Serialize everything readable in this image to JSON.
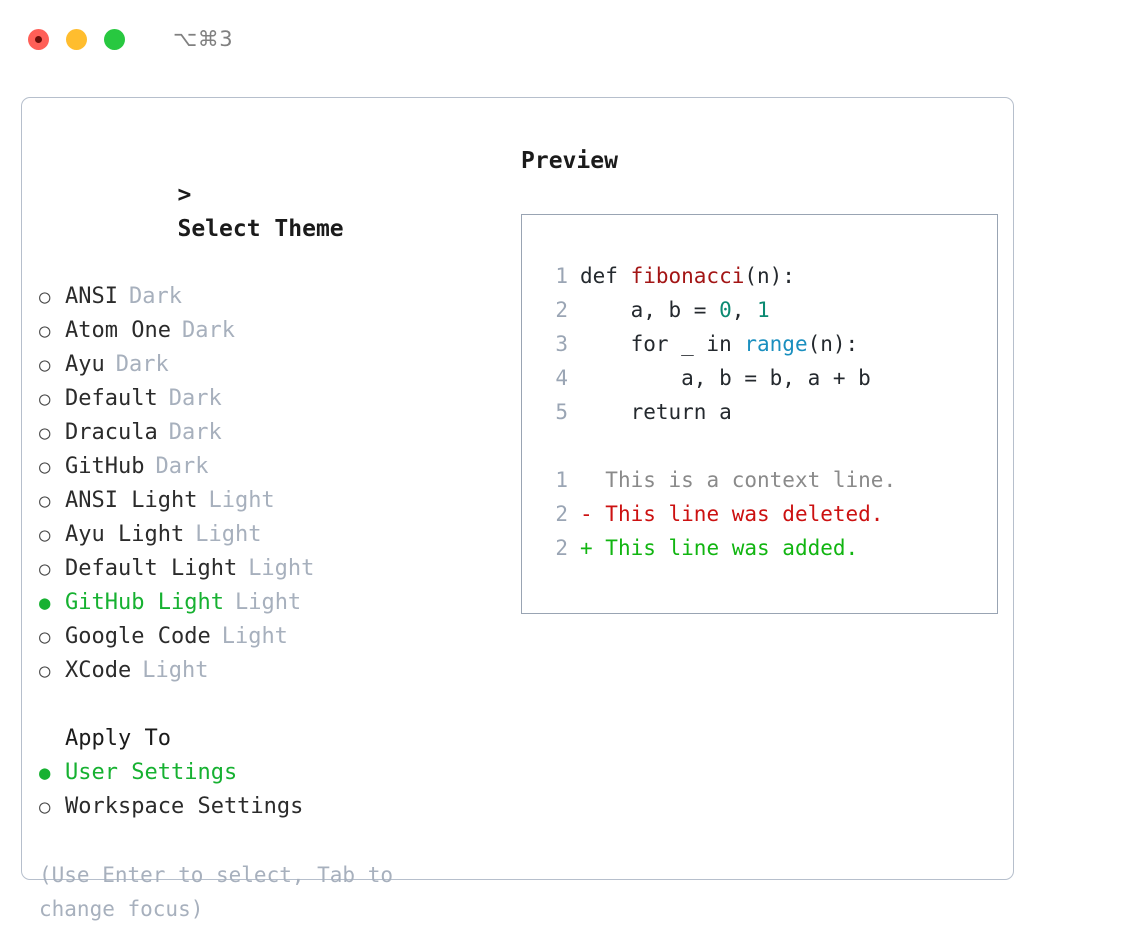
{
  "titlebar": {
    "shortcut": "⌥⌘3",
    "buttons": {
      "close": "close",
      "minimize": "minimize",
      "maximize": "maximize"
    }
  },
  "theme_picker": {
    "caret": ">",
    "heading": "Select Theme",
    "bullet_unselected": "○",
    "bullet_selected": "●",
    "items": [
      {
        "name": "ANSI",
        "variant": "Dark",
        "selected": false
      },
      {
        "name": "Atom One",
        "variant": "Dark",
        "selected": false
      },
      {
        "name": "Ayu",
        "variant": "Dark",
        "selected": false
      },
      {
        "name": "Default",
        "variant": "Dark",
        "selected": false
      },
      {
        "name": "Dracula",
        "variant": "Dark",
        "selected": false
      },
      {
        "name": "GitHub",
        "variant": "Dark",
        "selected": false
      },
      {
        "name": "ANSI Light",
        "variant": "Light",
        "selected": false
      },
      {
        "name": "Ayu Light",
        "variant": "Light",
        "selected": false
      },
      {
        "name": "Default Light",
        "variant": "Light",
        "selected": false
      },
      {
        "name": "GitHub Light",
        "variant": "Light",
        "selected": true
      },
      {
        "name": "Google Code",
        "variant": "Light",
        "selected": false
      },
      {
        "name": "XCode",
        "variant": "Light",
        "selected": false
      }
    ]
  },
  "apply_to": {
    "heading": "Apply To",
    "options": [
      {
        "label": "User Settings",
        "selected": true
      },
      {
        "label": "Workspace Settings",
        "selected": false
      }
    ]
  },
  "hint": "(Use Enter to select, Tab to change focus)",
  "preview": {
    "heading": "Preview",
    "code_lines": [
      {
        "num": "1",
        "tokens": [
          {
            "text": "def ",
            "kind": "plain"
          },
          {
            "text": "fibonacci",
            "kind": "func"
          },
          {
            "text": "(n):",
            "kind": "plain"
          }
        ]
      },
      {
        "num": "2",
        "tokens": [
          {
            "text": "    a, b = ",
            "kind": "plain"
          },
          {
            "text": "0",
            "kind": "num"
          },
          {
            "text": ", ",
            "kind": "plain"
          },
          {
            "text": "1",
            "kind": "num"
          }
        ]
      },
      {
        "num": "3",
        "tokens": [
          {
            "text": "    for _ in ",
            "kind": "plain"
          },
          {
            "text": "range",
            "kind": "builtin"
          },
          {
            "text": "(n):",
            "kind": "plain"
          }
        ]
      },
      {
        "num": "4",
        "tokens": [
          {
            "text": "        a, b = b, a + b",
            "kind": "plain"
          }
        ]
      },
      {
        "num": "5",
        "tokens": [
          {
            "text": "    return a",
            "kind": "plain"
          }
        ]
      }
    ],
    "diff_lines": [
      {
        "num": "1",
        "marker": "  ",
        "text": "This is a context line.",
        "kind": "ctx"
      },
      {
        "num": "2",
        "marker": "- ",
        "text": "This line was deleted.",
        "kind": "del"
      },
      {
        "num": "2",
        "marker": "+ ",
        "text": "This line was added.",
        "kind": "add"
      }
    ]
  },
  "colors": {
    "accent_green": "#16b131",
    "muted": "#a7b0bd",
    "border": "#b6bfcc",
    "preview_border": "#99a4b3",
    "func": "#a31515",
    "number": "#0b8a72",
    "builtin": "#1a8fbf",
    "diff_del": "#cc1111",
    "diff_add": "#11b511"
  }
}
